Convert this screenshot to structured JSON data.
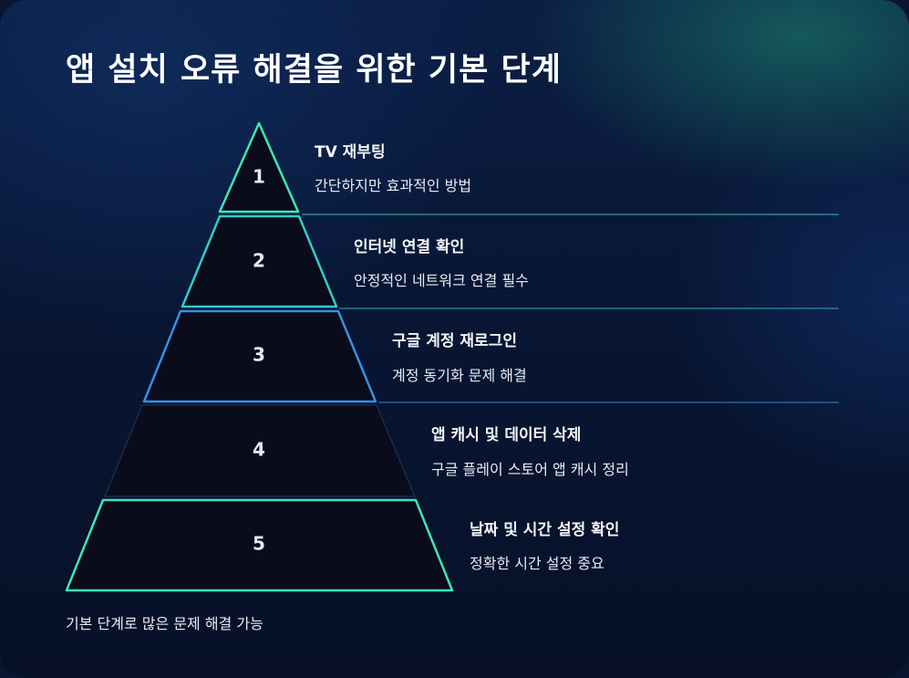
{
  "title": "앱 설치 오류 해결을 위한 기본 단계",
  "levels": [
    {
      "number": "1",
      "title": "TV 재부팅",
      "description": "간단하지만 효과적인 방법",
      "color": "#3ee6b6"
    },
    {
      "number": "2",
      "title": "인터넷 연결 확인",
      "description": "안정적인 네트워크 연결 필수",
      "color": "#34ccc6"
    },
    {
      "number": "3",
      "title": "구글 계정 재로그인",
      "description": "계정 동기화 문제 해결",
      "color": "#3a8fe0"
    },
    {
      "number": "4",
      "title": "앱 캐시 및 데이터 삭제",
      "description": "구글 플레이 스토어 앱 캐시 정리",
      "color": "#1a2b4a"
    },
    {
      "number": "5",
      "title": "날짜 및 시간 설정 확인",
      "description": "정확한 시간 설정 중요",
      "color": "#3ee6b6"
    }
  ],
  "footer": "기본 단계로 많은 문제 해결 가능"
}
